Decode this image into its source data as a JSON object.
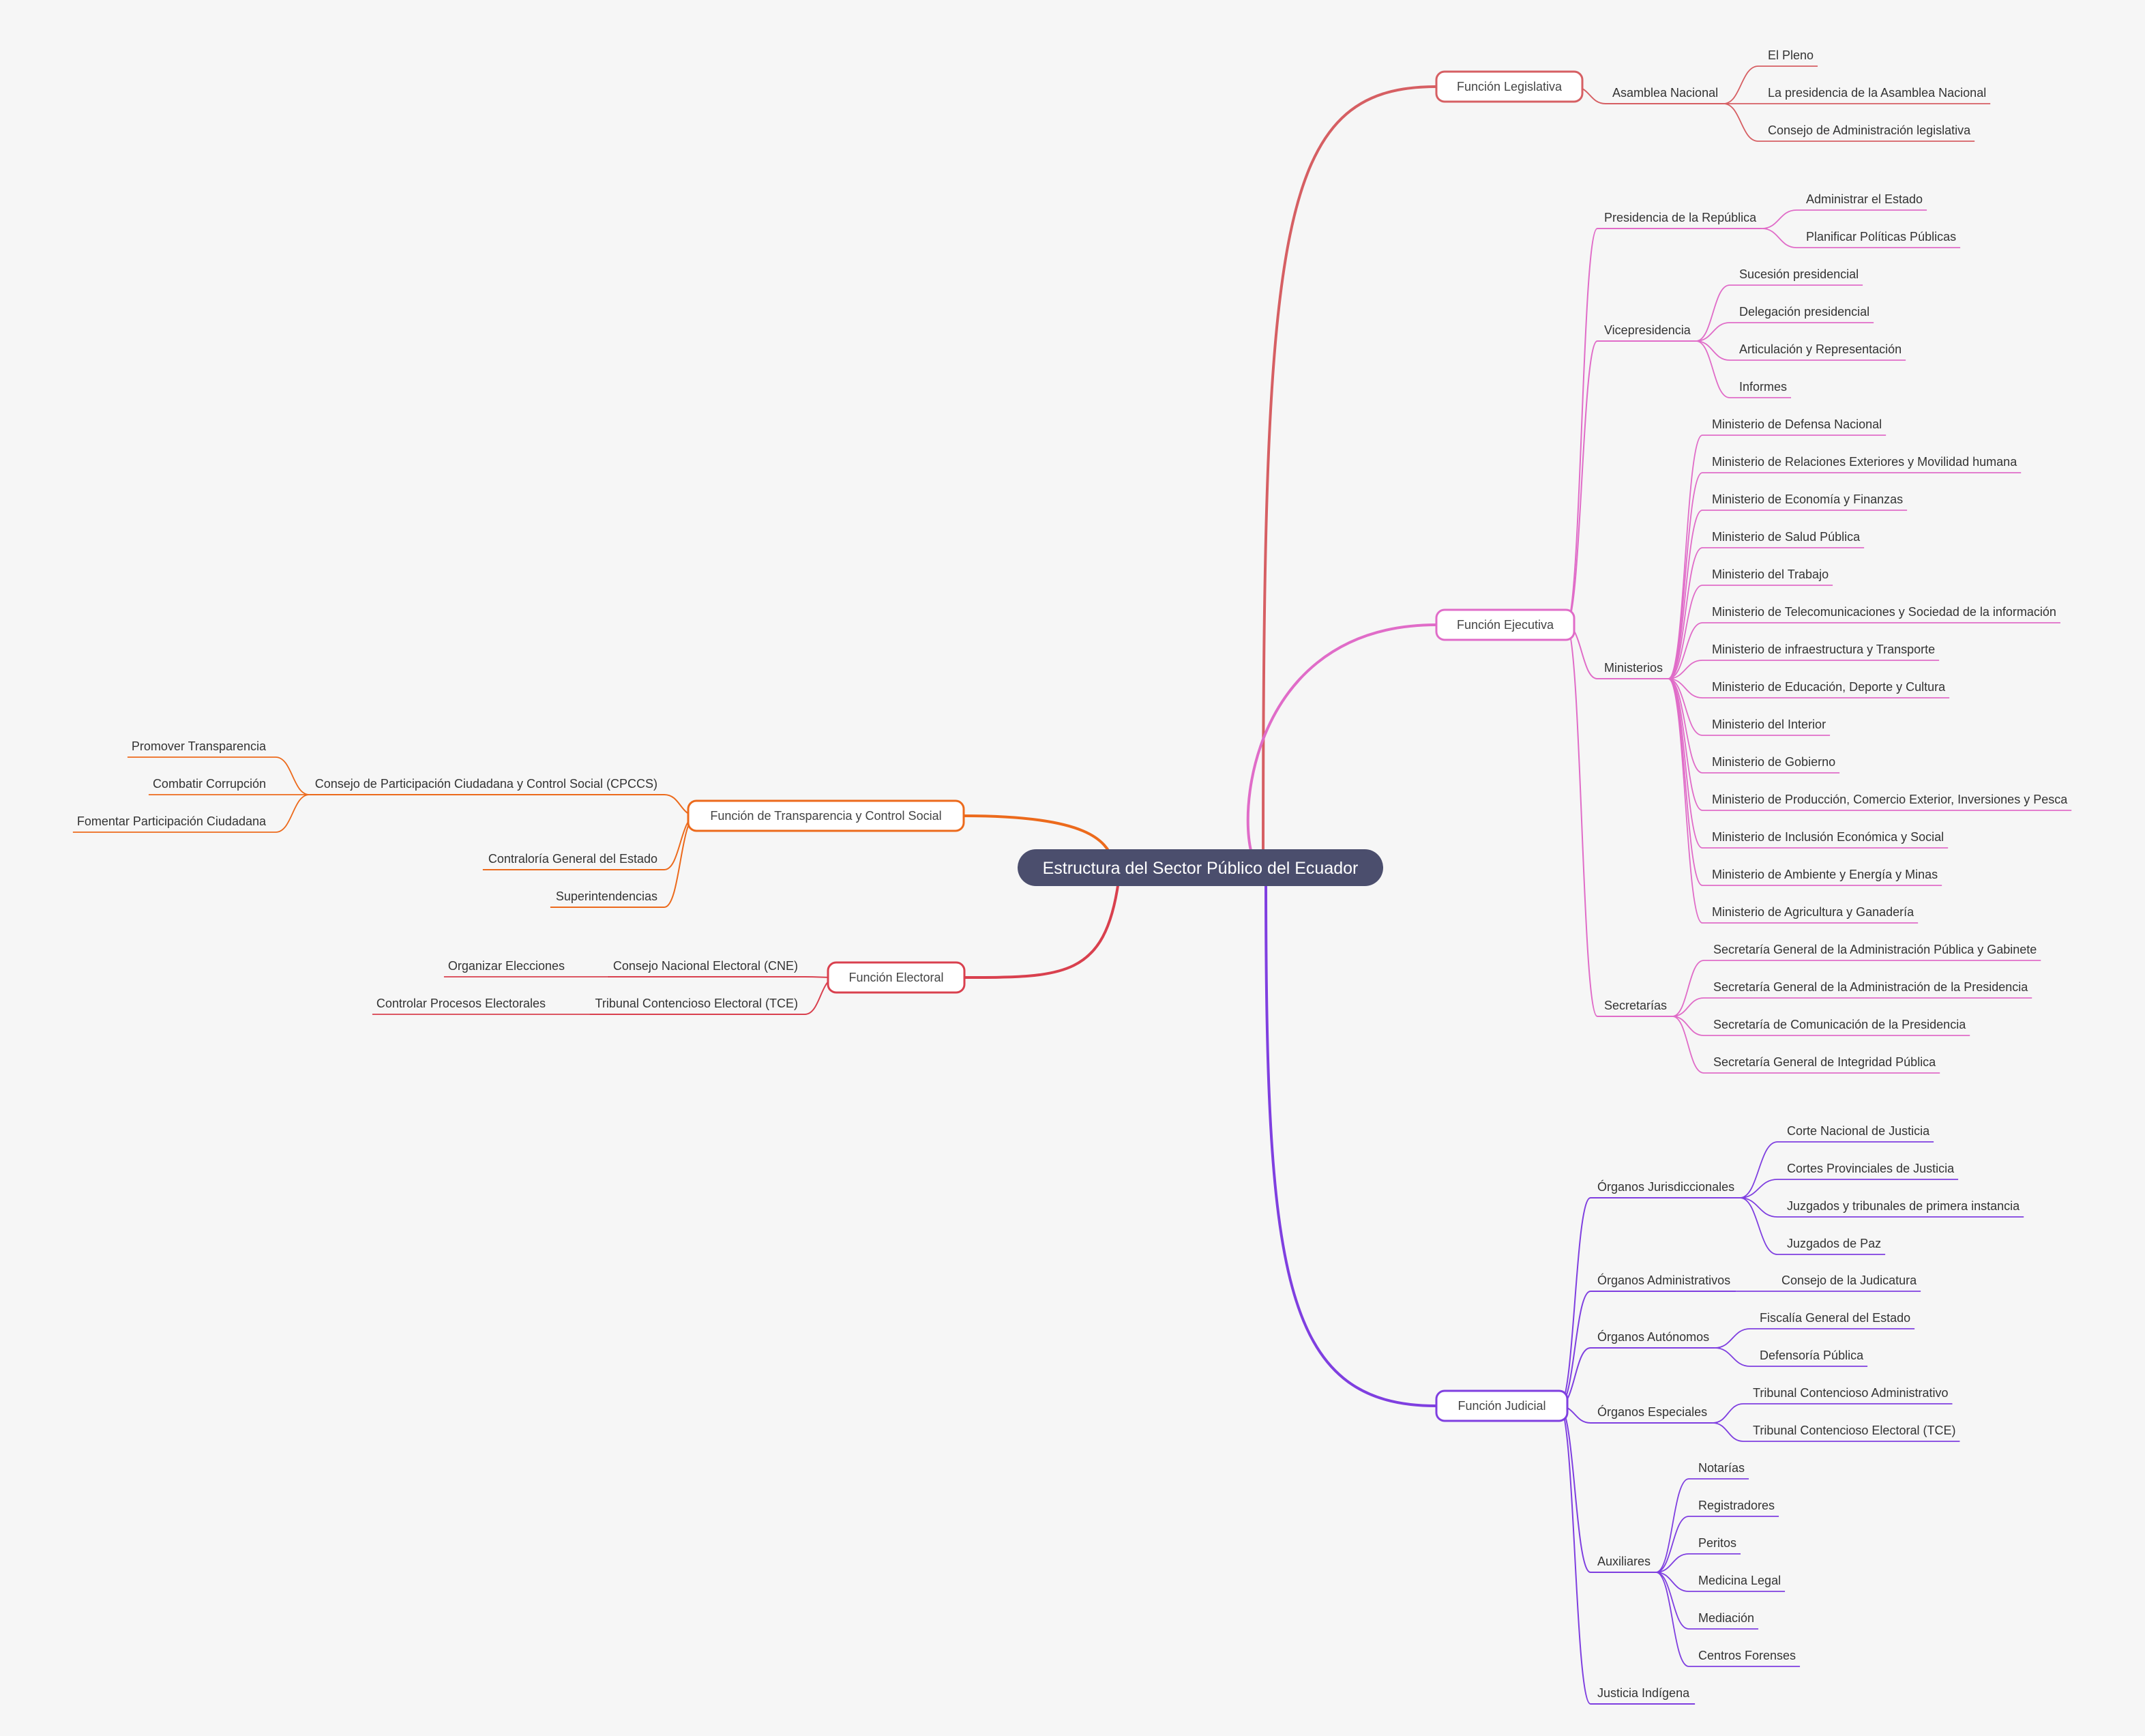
{
  "root": {
    "label": "Estructura del Sector Público del Ecuador",
    "color": "#4b4e6d"
  },
  "colors": {
    "legislativa": "#d65f63",
    "ejecutiva": "#e06cc8",
    "judicial": "#7f3fe0",
    "transparencia": "#ec6a1c",
    "electoral": "#d9404e",
    "text": "#333333"
  },
  "branches": [
    {
      "key": "legislativa",
      "label": "Función Legislativa",
      "children": [
        {
          "label": "Asamblea Nacional",
          "children": [
            {
              "label": "El Pleno"
            },
            {
              "label": "La presidencia de la Asamblea Nacional"
            },
            {
              "label": "Consejo de Administración legislativa"
            }
          ]
        }
      ]
    },
    {
      "key": "ejecutiva",
      "label": "Función Ejecutiva",
      "children": [
        {
          "label": "Presidencia de la República",
          "children": [
            {
              "label": "Administrar el Estado"
            },
            {
              "label": "Planificar Políticas Públicas"
            }
          ]
        },
        {
          "label": "Vicepresidencia",
          "children": [
            {
              "label": "Sucesión presidencial"
            },
            {
              "label": "Delegación presidencial"
            },
            {
              "label": "Articulación y Representación"
            },
            {
              "label": "Informes"
            }
          ]
        },
        {
          "label": "Ministerios",
          "children": [
            {
              "label": "Ministerio de Defensa Nacional"
            },
            {
              "label": "Ministerio de Relaciones Exteriores y Movilidad humana"
            },
            {
              "label": "Ministerio de Economía y Finanzas"
            },
            {
              "label": "Ministerio de Salud Pública"
            },
            {
              "label": "Ministerio del Trabajo"
            },
            {
              "label": "Ministerio de Telecomunicaciones y Sociedad de la información"
            },
            {
              "label": "Ministerio de infraestructura y Transporte"
            },
            {
              "label": "Ministerio de Educación, Deporte y Cultura"
            },
            {
              "label": "Ministerio del Interior"
            },
            {
              "label": "Ministerio de Gobierno"
            },
            {
              "label": "Ministerio de Producción, Comercio Exterior, Inversiones y Pesca"
            },
            {
              "label": "Ministerio de Inclusión Económica y Social"
            },
            {
              "label": "Ministerio de Ambiente y Energía y Minas"
            },
            {
              "label": "Ministerio de Agricultura y Ganadería"
            }
          ]
        },
        {
          "label": "Secretarías",
          "children": [
            {
              "label": "Secretaría General de la Administración Pública y Gabinete"
            },
            {
              "label": "Secretaría General de la Administración de la Presidencia"
            },
            {
              "label": "Secretaría de Comunicación de la Presidencia"
            },
            {
              "label": "Secretaría General de Integridad Pública"
            }
          ]
        }
      ]
    },
    {
      "key": "judicial",
      "label": "Función Judicial",
      "children": [
        {
          "label": "Órganos Jurisdiccionales",
          "children": [
            {
              "label": "Corte Nacional de Justicia"
            },
            {
              "label": "Cortes Provinciales de Justicia"
            },
            {
              "label": "Juzgados y tribunales de primera instancia"
            },
            {
              "label": "Juzgados de Paz"
            }
          ]
        },
        {
          "label": "Órganos Administrativos",
          "children": [
            {
              "label": "Consejo de la Judicatura"
            }
          ]
        },
        {
          "label": "Órganos Autónomos",
          "children": [
            {
              "label": "Fiscalía General del Estado"
            },
            {
              "label": "Defensoría Pública"
            }
          ]
        },
        {
          "label": "Órganos Especiales",
          "children": [
            {
              "label": "Tribunal Contencioso Administrativo"
            },
            {
              "label": "Tribunal Contencioso Electoral (TCE)"
            }
          ]
        },
        {
          "label": "Auxiliares",
          "children": [
            {
              "label": "Notarías"
            },
            {
              "label": "Registradores"
            },
            {
              "label": "Peritos"
            },
            {
              "label": "Medicina Legal"
            },
            {
              "label": "Mediación"
            },
            {
              "label": "Centros Forenses"
            }
          ]
        },
        {
          "label": "Justicia Indígena"
        }
      ]
    },
    {
      "key": "transparencia",
      "label": "Función de Transparencia y Control Social",
      "children": [
        {
          "label": "Consejo de Participación Ciudadana y Control Social (CPCCS)",
          "children": [
            {
              "label": "Promover Transparencia"
            },
            {
              "label": "Combatir Corrupción"
            },
            {
              "label": "Fomentar Participación Ciudadana"
            }
          ]
        },
        {
          "label": "Contraloría General del Estado"
        },
        {
          "label": "Superintendencias"
        }
      ]
    },
    {
      "key": "electoral",
      "label": "Función Electoral",
      "children": [
        {
          "label": "Consejo Nacional Electoral (CNE)",
          "children": [
            {
              "label": "Organizar Elecciones"
            }
          ]
        },
        {
          "label": "Tribunal Contencioso Electoral (TCE)",
          "children": [
            {
              "label": "Controlar Procesos Electorales"
            }
          ]
        }
      ]
    }
  ]
}
